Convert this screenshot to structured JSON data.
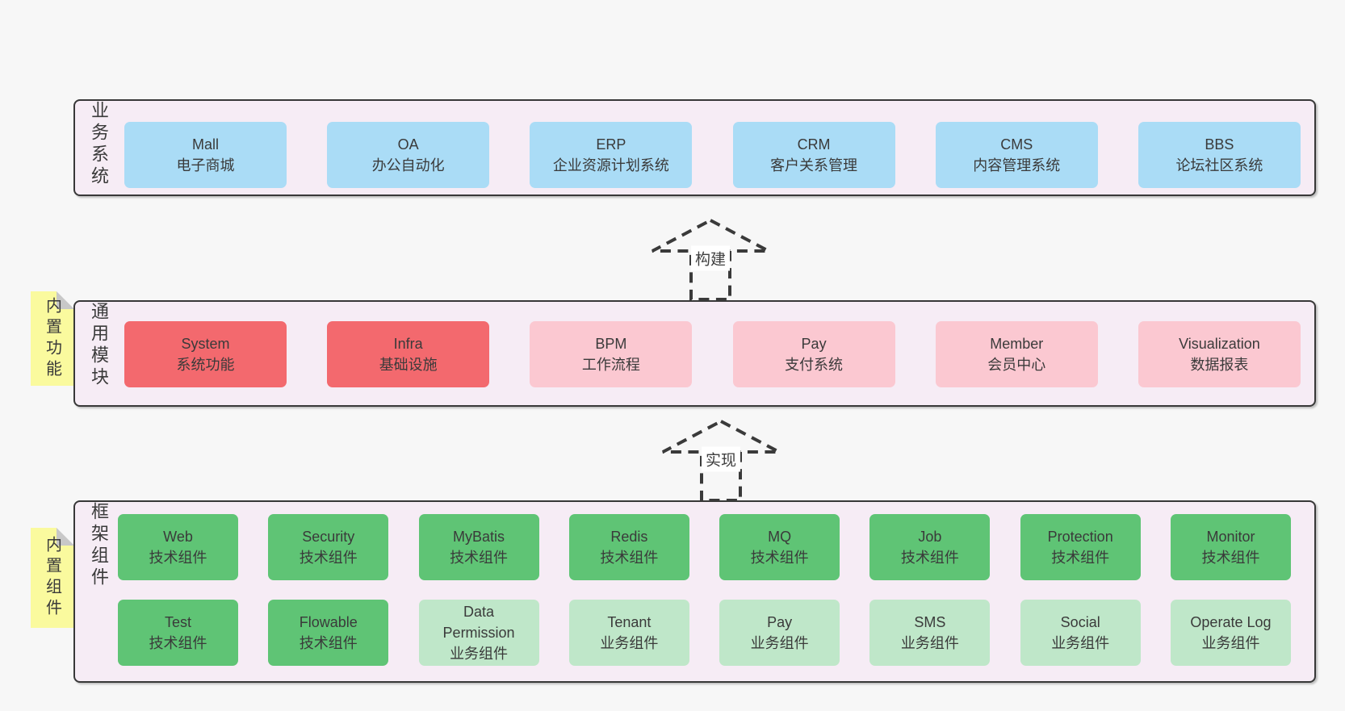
{
  "colors": {
    "page-bg": "#f7f7f7",
    "panel-bg": "#f6ecf5",
    "panel-border": "#383838",
    "blue": "#aadcf6",
    "red": "#f3696e",
    "pink": "#fbc8d1",
    "green": "#5fc475",
    "lgreen": "#bfe7c9",
    "yellow": "#fafa9e",
    "fold": "#c8c8c8",
    "text": "#3a3a3a",
    "arrow": "#3a3a3a"
  },
  "arrows": [
    {
      "label": "构建"
    },
    {
      "label": "实现"
    }
  ],
  "layers": {
    "business": {
      "label": "业务系统",
      "items": [
        {
          "name": "Mall",
          "subtitle": "电子商城"
        },
        {
          "name": "OA",
          "subtitle": "办公自动化"
        },
        {
          "name": "ERP",
          "subtitle": "企业资源计划系统"
        },
        {
          "name": "CRM",
          "subtitle": "客户关系管理"
        },
        {
          "name": "CMS",
          "subtitle": "内容管理系统"
        },
        {
          "name": "BBS",
          "subtitle": "论坛社区系统"
        }
      ]
    },
    "modules": {
      "label": "通用模块",
      "note": "内置功能",
      "items": [
        {
          "name": "System",
          "subtitle": "系统功能"
        },
        {
          "name": "Infra",
          "subtitle": "基础设施"
        },
        {
          "name": "BPM",
          "subtitle": "工作流程"
        },
        {
          "name": "Pay",
          "subtitle": "支付系统"
        },
        {
          "name": "Member",
          "subtitle": "会员中心"
        },
        {
          "name": "Visualization",
          "subtitle": "数据报表"
        }
      ]
    },
    "components": {
      "label": "框架组件",
      "note": "内置组件",
      "row1": [
        {
          "name": "Web",
          "subtitle": "技术组件"
        },
        {
          "name": "Security",
          "subtitle": "技术组件"
        },
        {
          "name": "MyBatis",
          "subtitle": "技术组件"
        },
        {
          "name": "Redis",
          "subtitle": "技术组件"
        },
        {
          "name": "MQ",
          "subtitle": "技术组件"
        },
        {
          "name": "Job",
          "subtitle": "技术组件"
        },
        {
          "name": "Protection",
          "subtitle": "技术组件"
        },
        {
          "name": "Monitor",
          "subtitle": "技术组件"
        }
      ],
      "row2": [
        {
          "name": "Test",
          "subtitle": "技术组件"
        },
        {
          "name": "Flowable",
          "subtitle": "技术组件"
        },
        {
          "name": "Data Permission",
          "subtitle": "业务组件"
        },
        {
          "name": "Tenant",
          "subtitle": "业务组件"
        },
        {
          "name": "Pay",
          "subtitle": "业务组件"
        },
        {
          "name": "SMS",
          "subtitle": "业务组件"
        },
        {
          "name": "Social",
          "subtitle": "业务组件"
        },
        {
          "name": "Operate Log",
          "subtitle": "业务组件"
        }
      ]
    }
  }
}
